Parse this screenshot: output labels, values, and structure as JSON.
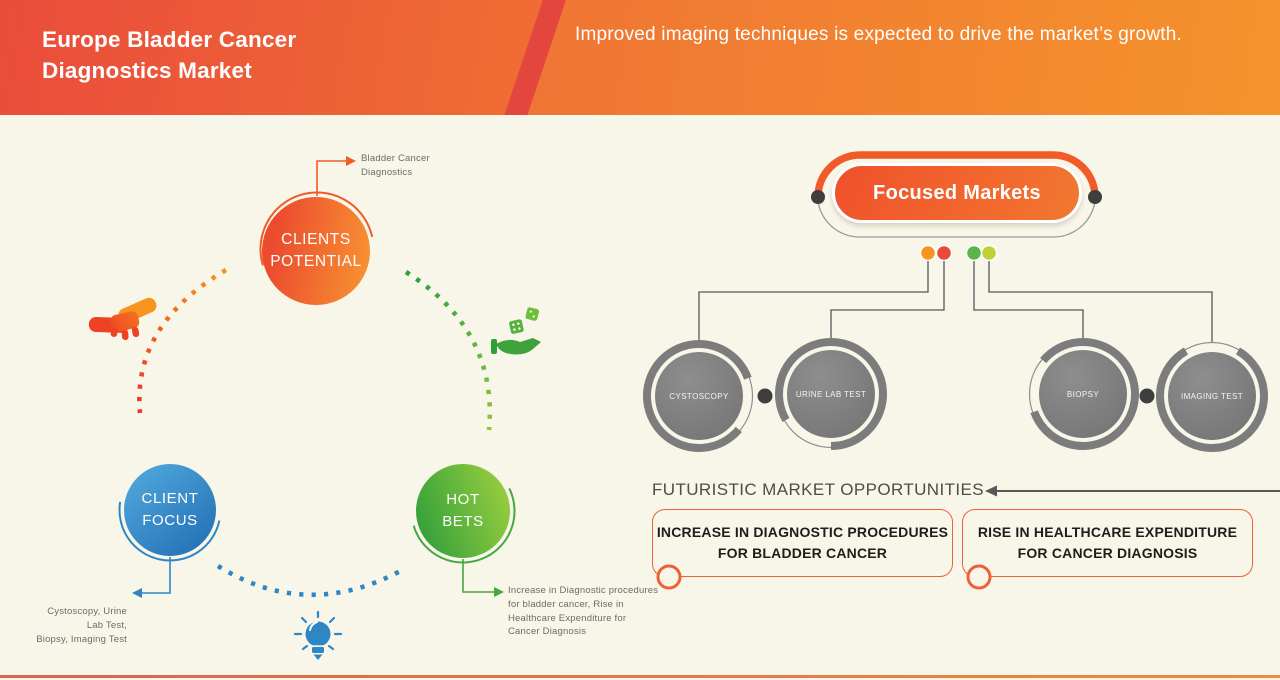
{
  "header": {
    "title": "Europe Bladder Cancer\nDiagnostics Market",
    "tagline": "Improved imaging techniques is expected to drive the market’s growth."
  },
  "cycle": {
    "clients_potential": {
      "label": "CLIENTS\nPOTENTIAL",
      "callout": "Bladder Cancer\nDiagnostics",
      "icon": "handshake-icon",
      "color": "#f15a29"
    },
    "client_focus": {
      "label": "CLIENT\nFOCUS",
      "callout": "Cystoscopy, Urine\nLab Test,\nBiopsy, Imaging Test",
      "icon": "lightbulb-icon",
      "color": "#2e86c5"
    },
    "hot_bets": {
      "label": "HOT\nBETS",
      "callout": "Increase in Diagnostic procedures\nfor bladder cancer, Rise in\nHealthcare Expenditure for\nCancer Diagnosis",
      "icon": "dice-in-hand-icon",
      "color": "#45a93d"
    }
  },
  "focused_markets": {
    "title": "Focused Markets",
    "nodes": [
      "CYSTOSCOPY",
      "URINE LAB TEST",
      "BIOPSY",
      "IMAGING TEST"
    ],
    "dot_colors": [
      "#f7941d",
      "#e64b3a",
      "#5cb448",
      "#bcd235"
    ],
    "accent": "#f15a29"
  },
  "opportunities": {
    "heading": "FUTURISTIC MARKET OPPORTUNITIES",
    "items": [
      "INCREASE IN DIAGNOSTIC PROCEDURES\nFOR BLADDER CANCER",
      "RISE IN HEALTHCARE EXPENDITURE\nFOR CANCER DIAGNOSIS"
    ]
  }
}
